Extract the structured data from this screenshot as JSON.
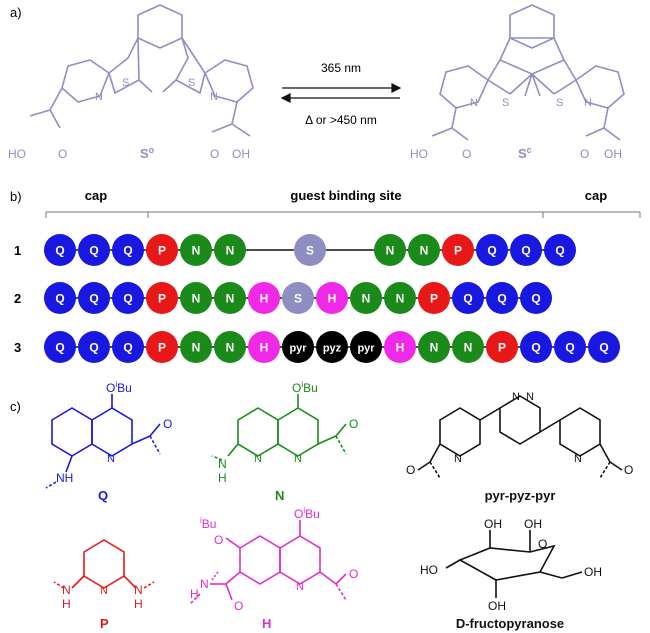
{
  "panels": {
    "a": "a)",
    "b": "b)",
    "c": "c)"
  },
  "colors": {
    "lavender": "#8e8fc0",
    "Q": "#1818e0",
    "P": "#e81818",
    "N": "#1a8a1a",
    "H": "#f028e8",
    "S": "#8e8fc0",
    "pyr": "#000000",
    "black": "#111111"
  },
  "switch": {
    "forward_label": "365 nm",
    "reverse_label": "Δ or >450 nm",
    "open": {
      "base": "S",
      "sup": "o"
    },
    "closed": {
      "base": "S",
      "sup": "c"
    },
    "cooh": {
      "ho": "HO",
      "oh": "OH",
      "o": "O"
    },
    "n": "N",
    "s": "S"
  },
  "sequence": {
    "header": {
      "cap_left": "cap",
      "site": "guest binding site",
      "cap_right": "cap"
    },
    "rows": [
      {
        "label": "1",
        "units": [
          "Q",
          "Q",
          "Q",
          "P",
          "N",
          "N",
          "gap",
          "S",
          "gap",
          "N",
          "N",
          "P",
          "Q",
          "Q",
          "Q"
        ]
      },
      {
        "label": "2",
        "units": [
          "Q",
          "Q",
          "Q",
          "P",
          "N",
          "N",
          "H",
          "S",
          "H",
          "N",
          "N",
          "P",
          "Q",
          "Q",
          "Q"
        ]
      },
      {
        "label": "3",
        "units": [
          "Q",
          "Q",
          "Q",
          "P",
          "N",
          "N",
          "H",
          "pyr",
          "pyz",
          "pyr",
          "H",
          "N",
          "N",
          "P",
          "Q",
          "Q",
          "Q"
        ]
      }
    ]
  },
  "structures": {
    "Q": {
      "name": "Q",
      "obu": "O",
      "bu": "Bu",
      "i": "i",
      "n": "N",
      "nh": "NH",
      "o": "O"
    },
    "N": {
      "name": "N",
      "obu": "O",
      "bu": "Bu",
      "i": "i",
      "n1": "N",
      "n2": "N",
      "nh": "NH",
      "h": "H",
      "o": "O"
    },
    "pyrpyz": {
      "name": "pyr-pyz-pyr",
      "n": "N",
      "o": "O"
    },
    "P": {
      "name": "P",
      "n": "N",
      "h": "H"
    },
    "H": {
      "name": "H",
      "ibu": "Bu",
      "i": "i",
      "obu": "O",
      "o": "O",
      "n": "N",
      "h": "H"
    },
    "fructose": {
      "name": "D-fructopyranose",
      "ho": "HO",
      "oh": "OH",
      "o": "O"
    }
  }
}
